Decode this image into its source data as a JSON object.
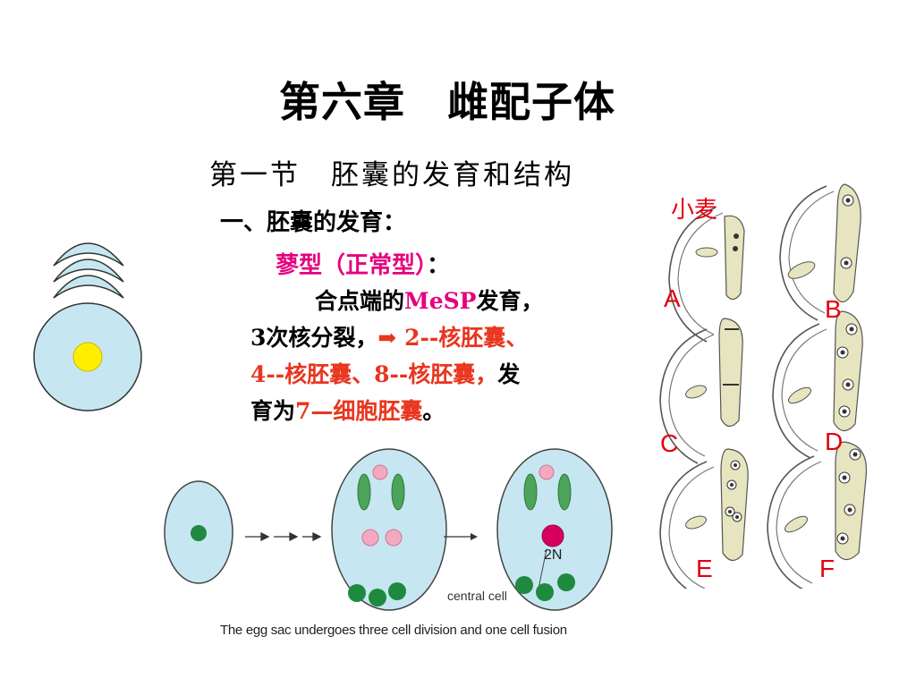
{
  "slide": {
    "title": "第六章　雌配子体",
    "subtitle": "第一节　胚囊的发育和结构",
    "heading1": "一、胚囊的发育：",
    "heading2_type": "蓼型（正常型）",
    "heading2_colon": "：",
    "para": {
      "p1": "合点端的",
      "p2": "MeSP",
      "p3": "发育，",
      "p4": "3次核分裂，",
      "p5": "➡",
      "p6": " 2--核胚囊、",
      "p7": "4--核胚囊、8--核胚囊，",
      "p8": "发",
      "p9": "育为",
      "p10": "7—细胞胚囊",
      "p11": "。"
    }
  },
  "diagram": {
    "central_cell_label": "central cell",
    "two_n_label": "2N",
    "caption": "The egg sac undergoes three cell division and one cell fusion"
  },
  "panels": {
    "wheat_label": "小麦",
    "labels": [
      "A",
      "B",
      "C",
      "D",
      "E",
      "F"
    ]
  },
  "colors": {
    "red": "#e8361f",
    "magenta": "#e6007e",
    "sac_blue": "#c6e7f2",
    "nucleus_green": "#1f8a3f",
    "polar_pink": "#f4a9c0",
    "fused_nucleus": "#d6005f",
    "tissue_tan": "#e6e5c0"
  }
}
